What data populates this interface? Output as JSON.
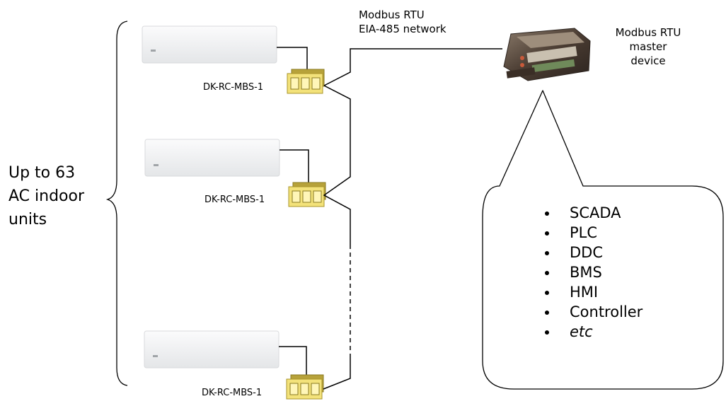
{
  "network_label": {
    "line1": "Modbus RTU",
    "line2": "EIA-485 network"
  },
  "master_label": {
    "line1": "Modbus RTU",
    "line2": "master",
    "line3": "device"
  },
  "group_label": {
    "line1": "Up to 63",
    "line2": "AC indoor",
    "line3": "units"
  },
  "units": [
    {
      "interface_label": "DK-RC-MBS-1"
    },
    {
      "interface_label": "DK-RC-MBS-1"
    },
    {
      "interface_label": "DK-RC-MBS-1"
    }
  ],
  "callout": {
    "items": [
      "SCADA",
      "PLC",
      "DDC",
      "BMS",
      "HMI",
      "Controller",
      "etc"
    ]
  },
  "colors": {
    "line": "#000000",
    "interface_fill": "#f3e27a",
    "interface_border": "#a8942a",
    "ac_unit": "#f2f3f4",
    "master_device": "#5a4a40"
  }
}
